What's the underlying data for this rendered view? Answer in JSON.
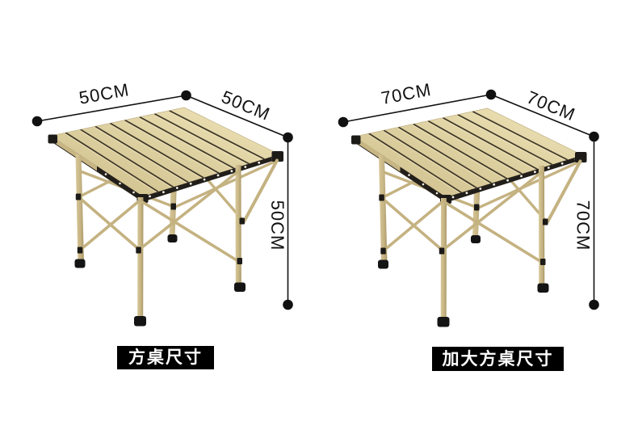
{
  "figure": {
    "type": "product-dimension-diagram",
    "background": "#ffffff"
  },
  "tables": [
    {
      "id": "square-table",
      "caption": "方桌尺寸",
      "width_label": "50CM",
      "depth_label": "50CM",
      "height_label": "50CM"
    },
    {
      "id": "large-square-table",
      "caption": "加大方桌尺寸",
      "width_label": "70CM",
      "depth_label": "70CM",
      "height_label": "70CM"
    }
  ],
  "colors": {
    "annotation": "#111111",
    "caption_bg": "#000000",
    "caption_text": "#ffffff",
    "tabletop_light": "#ecdfb2",
    "tabletop_dark": "#cfbf8c",
    "slat_gap": "#3e3627",
    "frame_rail": "#221f1b",
    "leg": "#c9b787",
    "brace": "#c4b281",
    "foot": "#141414"
  }
}
